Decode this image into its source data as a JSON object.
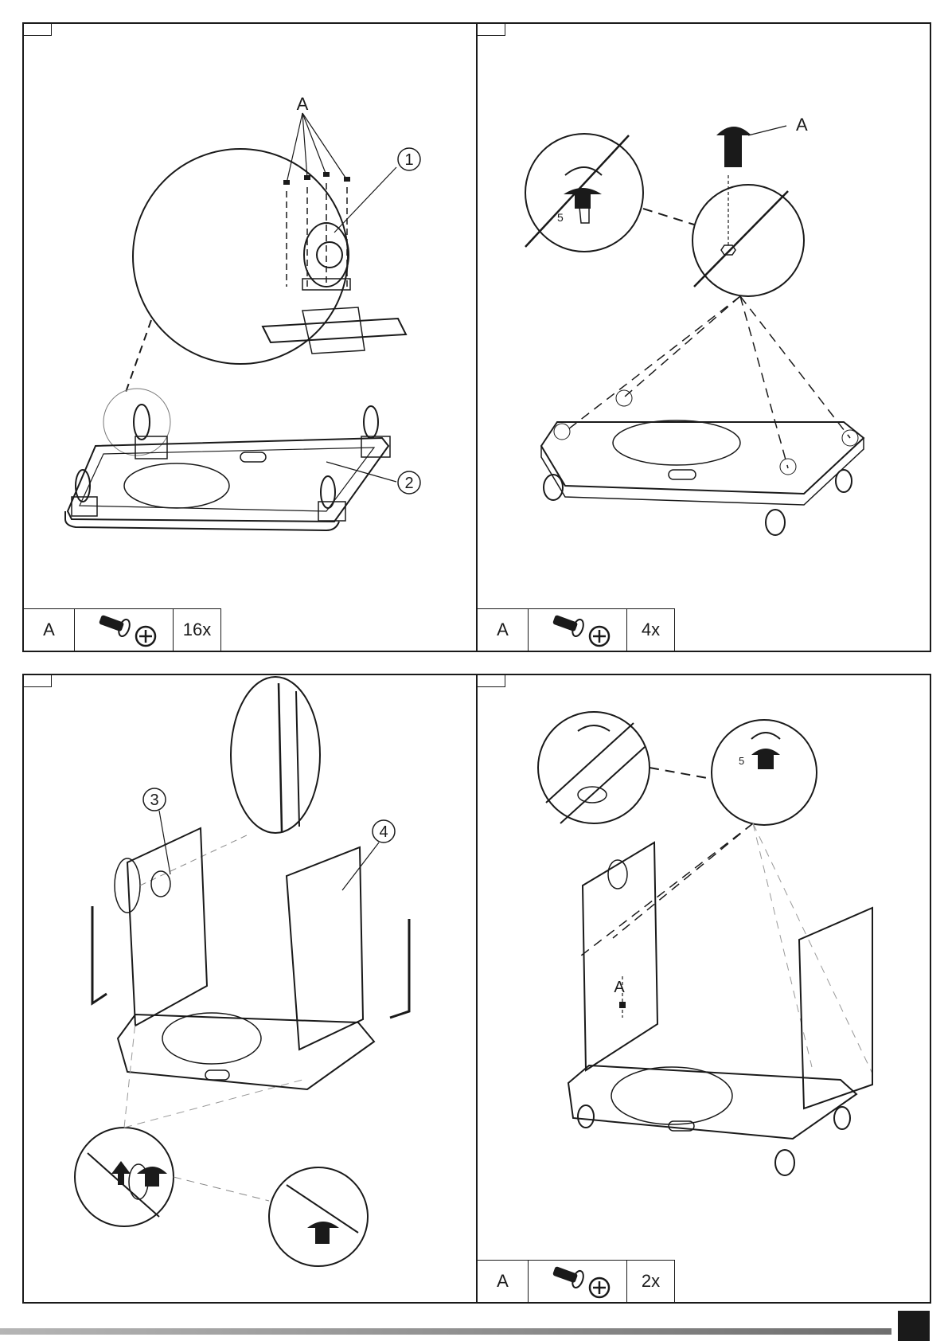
{
  "page": {
    "background": "#ffffff",
    "ink": "#1a1a1a"
  },
  "steps": [
    {
      "callouts": {
        "screw": "A",
        "part_one": "1",
        "part_two": "2"
      },
      "parts": {
        "letter": "A",
        "icon": "screw-icon",
        "quantity": "16x"
      }
    },
    {
      "callouts": {
        "screw": "A",
        "dimension": "5"
      },
      "parts": {
        "letter": "A",
        "icon": "screw-icon",
        "quantity": "4x"
      }
    },
    {
      "callouts": {
        "part_three": "3",
        "part_four": "4"
      },
      "parts": null
    },
    {
      "callouts": {
        "screw": "A",
        "dimension": "5"
      },
      "parts": {
        "letter": "A",
        "icon": "screw-icon",
        "quantity": "2x"
      }
    }
  ]
}
